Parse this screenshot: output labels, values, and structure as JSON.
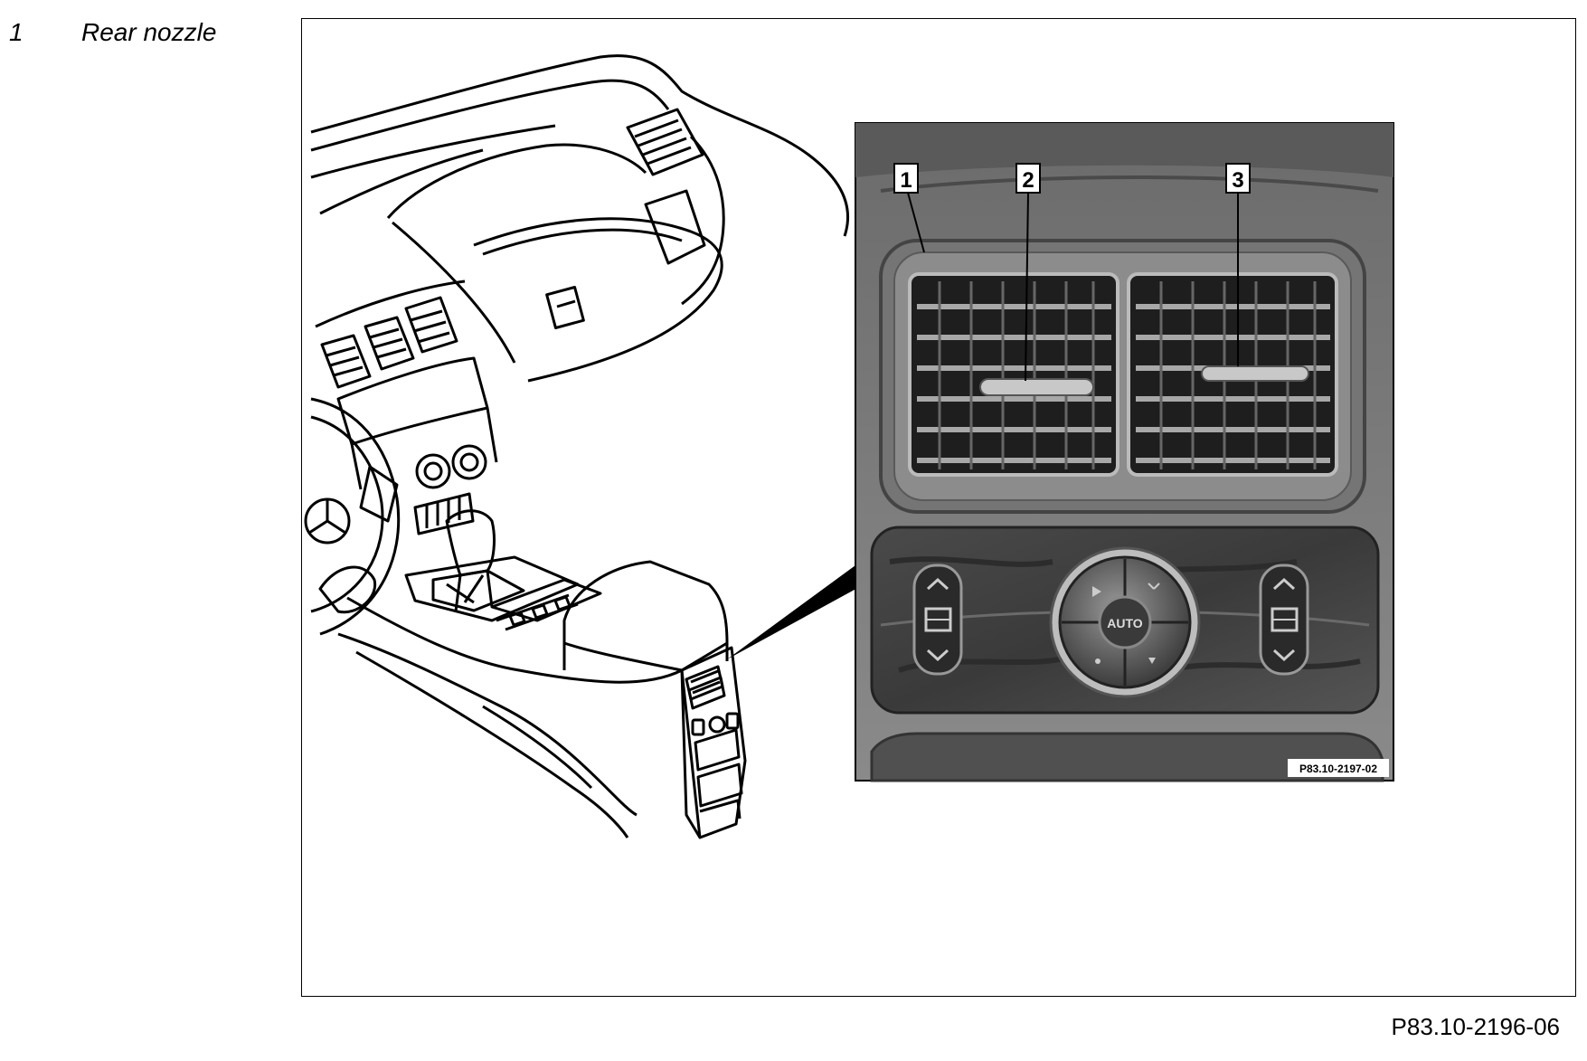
{
  "legend": {
    "number": "1",
    "label": "Rear nozzle"
  },
  "inset": {
    "callouts": [
      "1",
      "2",
      "3"
    ],
    "control_label": "AUTO",
    "photo_code": "P83.10-2197-02"
  },
  "figure_code": "P83.10-2196-06"
}
